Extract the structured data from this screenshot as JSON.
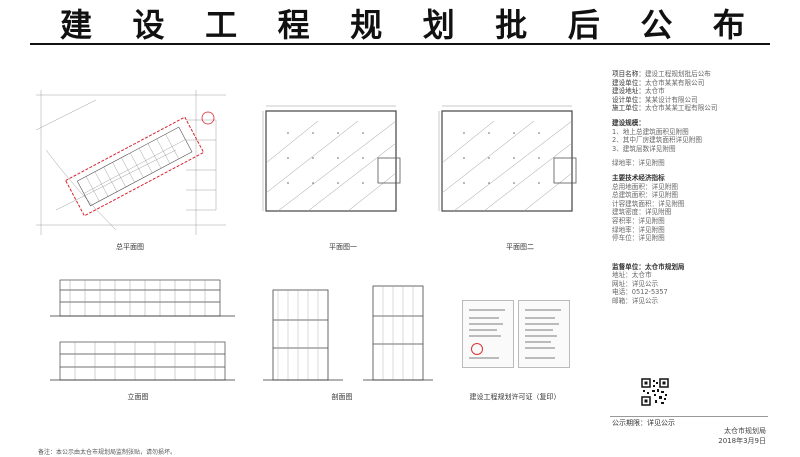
{
  "banner": {
    "title_chars": [
      "建",
      "设",
      "工",
      "程",
      "规",
      "划",
      "批",
      "后",
      "公",
      "布"
    ]
  },
  "drawings": {
    "site_plan_caption": "总平面图",
    "floor_plan_1_caption": "平面图一",
    "floor_plan_2_caption": "平面图二",
    "elevation_caption": "立面图",
    "section_caption": "剖面图",
    "permit_caption": "建设工程规划许可证（复印）"
  },
  "info": {
    "project_name": {
      "label": "项目名称：",
      "value": "建设工程规划批后公布"
    },
    "construction_unit": {
      "label": "建设单位：",
      "value": "太仓市某某有限公司"
    },
    "project_location": {
      "label": "建设地址：",
      "value": "太仓市"
    },
    "design_unit": {
      "label": "设计单位：",
      "value": "某某设计有限公司"
    },
    "contractor": {
      "label": "施工单位：",
      "value": "太仓市某某工程有限公司"
    },
    "scale_heading": "建设规模：",
    "scale_line1": "1、地上总建筑面积见附图",
    "scale_line2": "2、其中厂房建筑面积详见附图",
    "scale_line3": "3、建筑层数详见附图",
    "green_heading": "绿地率：详见附图",
    "indicators_heading": "主要技术经济指标",
    "ind1": "总用地面积：详见附图",
    "ind2": "总建筑面积：详见附图",
    "ind3": "计容建筑面积：详见附图",
    "ind4": "建筑密度：详见附图",
    "ind5": "容积率：详见附图",
    "ind6": "绿地率：详见附图",
    "ind7": "停车位：详见附图",
    "supervise_heading": "监督单位：太仓市规划局",
    "contact1": "地址：太仓市",
    "contact2": "网址：详见公示",
    "contact3": "电话：0512-5357",
    "contact4": "邮箱：详见公示",
    "note": "公示期限：详见公示",
    "publisher": "太仓市规划局",
    "date": "2018年3月9日"
  },
  "footnote": "备注：本公示由太仓市规划局监制张贴，请勿损坏。",
  "colors": {
    "site_red": "#d9232e",
    "line": "#555555"
  }
}
